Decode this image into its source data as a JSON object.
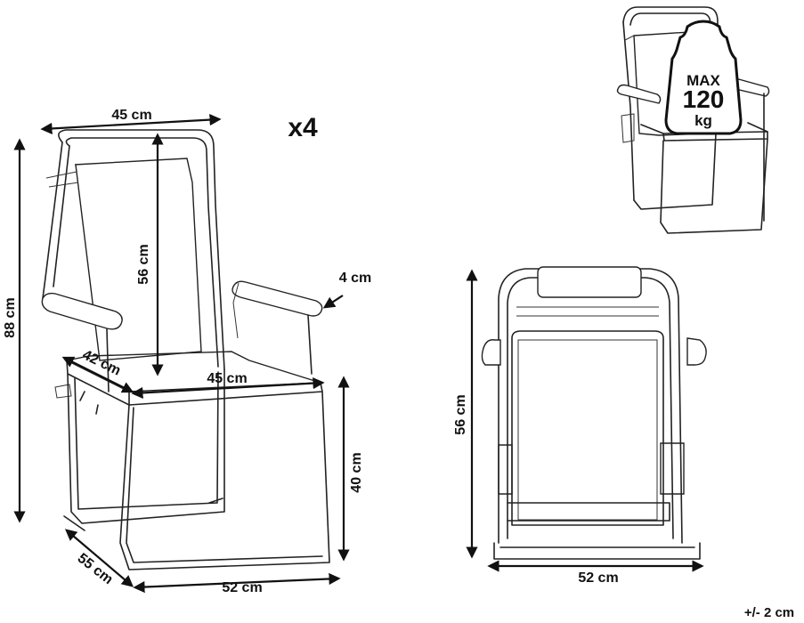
{
  "labels": {
    "width_top": "45 cm",
    "quantity": "x4",
    "height_total": "88 cm",
    "backrest_height": "56 cm",
    "armrest_width": "4 cm",
    "seat_depth": "42 cm",
    "seat_width": "45 cm",
    "seat_height": "40 cm",
    "depth_base": "55 cm",
    "width_base": "52 cm",
    "folded_height": "56 cm",
    "folded_width": "52 cm",
    "tolerance": "+/- 2 cm"
  },
  "load_badge": {
    "line1": "MAX",
    "line2": "120",
    "line3": "kg"
  }
}
